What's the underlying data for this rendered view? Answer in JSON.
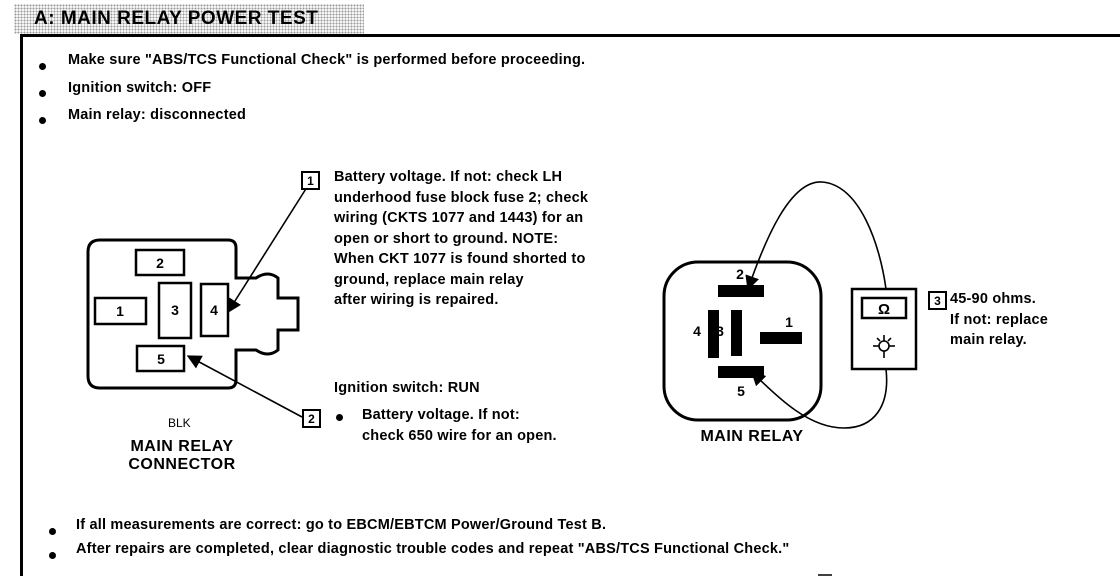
{
  "title": "A: MAIN RELAY POWER TEST",
  "intro_bullets": [
    "Make sure \"ABS/TCS Functional Check\" is performed before proceeding.",
    "Ignition switch: OFF",
    "Main relay: disconnected"
  ],
  "step1": {
    "number": "1",
    "lines": [
      "Battery voltage. If not: check LH",
      "underhood fuse block fuse 2; check",
      "wiring (CKTS 1077 and 1443) for an",
      "open or short to ground. NOTE:",
      "When CKT 1077 is found shorted to",
      "ground, replace main relay",
      "after wiring is repaired."
    ]
  },
  "step2": {
    "number": "2",
    "heading": "Ignition switch: RUN",
    "lines": [
      "Battery voltage. If not:",
      "check 650 wire for an open."
    ]
  },
  "step3": {
    "number": "3",
    "lines": [
      "45-90 ohms.",
      "If not: replace",
      "main relay."
    ]
  },
  "connector": {
    "terminals": [
      "1",
      "2",
      "3",
      "4",
      "5"
    ],
    "color_label": "BLK",
    "name_lines": [
      "MAIN RELAY",
      "CONNECTOR"
    ]
  },
  "relay": {
    "terminals": [
      "1",
      "2",
      "3",
      "4",
      "5"
    ],
    "name": "MAIN RELAY"
  },
  "meter": {
    "symbol": "Ω"
  },
  "footer_bullets": [
    "If all measurements are correct: go to EBCM/EBTCM Power/Ground Test B.",
    "After repairs are completed, clear diagnostic trouble codes and repeat \"ABS/TCS Functional Check.\""
  ]
}
